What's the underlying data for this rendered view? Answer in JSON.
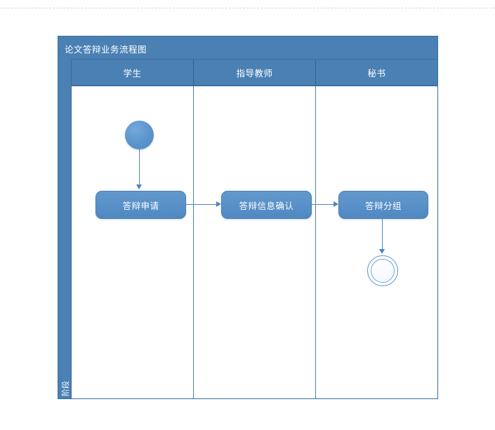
{
  "page": {
    "background": "#ffffff",
    "top_divider": "dashed-rule"
  },
  "diagram": {
    "title": "论文答辩业务流程图",
    "phase_label": "阶段",
    "colors": {
      "header_fill": "#4a80b4",
      "header_border": "#3d6e9e",
      "lane_divider": "#4a80b4",
      "shape_fill": "#5a92c9",
      "shape_border": "#4a7fb0",
      "connector": "#4a86c4",
      "text_on_fill": "#ffffff"
    },
    "lanes": [
      {
        "id": "lane-student",
        "label": "学生"
      },
      {
        "id": "lane-advisor",
        "label": "指导教师"
      },
      {
        "id": "lane-secretary",
        "label": "秘书"
      }
    ],
    "nodes": [
      {
        "id": "start",
        "type": "start-event",
        "lane": "lane-student",
        "label": ""
      },
      {
        "id": "task-apply",
        "type": "task",
        "lane": "lane-student",
        "label": "答辩申请"
      },
      {
        "id": "task-confirm",
        "type": "task",
        "lane": "lane-advisor",
        "label": "答辩信息确认"
      },
      {
        "id": "task-group",
        "type": "task",
        "lane": "lane-secretary",
        "label": "答辩分组"
      },
      {
        "id": "end",
        "type": "end-event",
        "lane": "lane-secretary",
        "label": ""
      }
    ],
    "flows": [
      {
        "from": "start",
        "to": "task-apply",
        "direction": "down"
      },
      {
        "from": "task-apply",
        "to": "task-confirm",
        "direction": "right"
      },
      {
        "from": "task-confirm",
        "to": "task-group",
        "direction": "right"
      },
      {
        "from": "task-group",
        "to": "end",
        "direction": "down"
      }
    ]
  }
}
